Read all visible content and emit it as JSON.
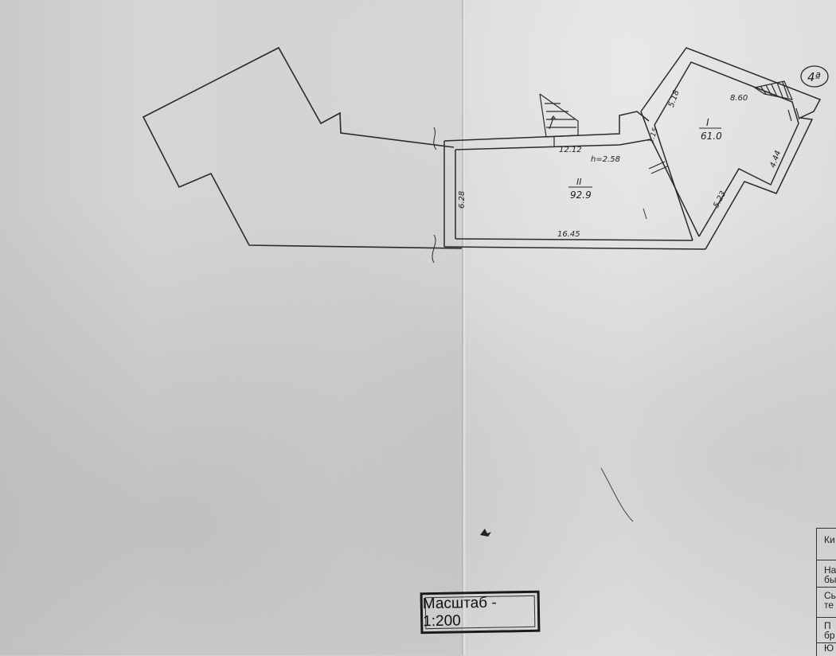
{
  "sheet_number": "4ª",
  "rooms": [
    {
      "number": "I",
      "area": "61.0"
    },
    {
      "number": "II",
      "area": "92.9"
    }
  ],
  "dimensions": {
    "room1_left_wall": "5.18",
    "room1_top_wall": "8.60",
    "room1_right_wall": "4.44",
    "room1_bottom_wall": "5.23",
    "room1_door_wall": "1.15",
    "room2_top_wall": "12.12",
    "room2_height": "h=2.58",
    "room2_left_wall": "6.28",
    "room2_bottom_wall": "16.45"
  },
  "scale_label": "Масштаб - 1:200",
  "stamp_table_rows": [
    "Ки",
    "На",
    "бы",
    "Сь",
    "те",
    "П",
    "бр",
    "Ю"
  ]
}
